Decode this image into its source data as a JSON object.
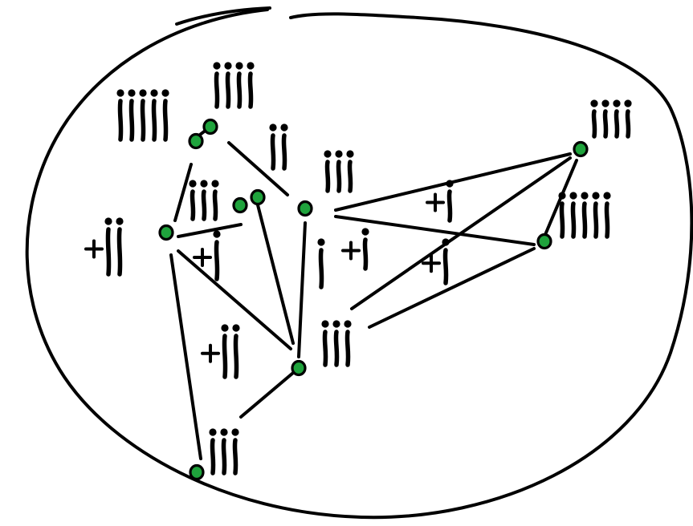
{
  "colors": {
    "node_fill": "#1fa33c",
    "ink": "#000000",
    "background": "#ffffff"
  },
  "network": {
    "nodes": [
      {
        "id": "a",
        "figures": 4,
        "plus": false
      },
      {
        "id": "b",
        "figures": 2,
        "plus": false
      },
      {
        "id": "c",
        "figures": 5,
        "plus": false
      },
      {
        "id": "d",
        "figures": 2,
        "plus": true
      },
      {
        "id": "e",
        "figures": 3,
        "plus": false
      },
      {
        "id": "f",
        "figures": 2,
        "plus": true
      },
      {
        "id": "g",
        "figures": 4,
        "plus": false
      },
      {
        "id": "h",
        "figures": 5,
        "plus": false
      },
      {
        "id": "i",
        "figures": 3,
        "plus": false
      },
      {
        "id": "j",
        "figures": 3,
        "plus": false
      }
    ],
    "edges": [
      {
        "from": "a",
        "to": "c"
      },
      {
        "from": "a",
        "to": "d"
      },
      {
        "from": "b",
        "to": "f"
      },
      {
        "from": "b",
        "to": "i"
      },
      {
        "from": "b",
        "to": "j"
      },
      {
        "from": "b",
        "to": "c",
        "via_label": "+1"
      },
      {
        "from": "c",
        "to": "i"
      },
      {
        "from": "d",
        "to": "i"
      },
      {
        "from": "d",
        "to": "g"
      },
      {
        "from": "d",
        "to": "h"
      },
      {
        "from": "g",
        "to": "h"
      },
      {
        "from": "g",
        "to": "e"
      },
      {
        "from": "h",
        "to": "e"
      },
      {
        "from": "i",
        "to": "j"
      }
    ],
    "edge_labels": [
      {
        "text_plus": true,
        "figures": 1
      },
      {
        "text_plus": true,
        "figures": 2
      },
      {
        "text_plus": true,
        "figures": 1
      },
      {
        "text_plus": true,
        "figures": 1
      },
      {
        "text_plus": true,
        "figures": 1
      },
      {
        "text_plus": false,
        "figures": 1
      }
    ]
  }
}
